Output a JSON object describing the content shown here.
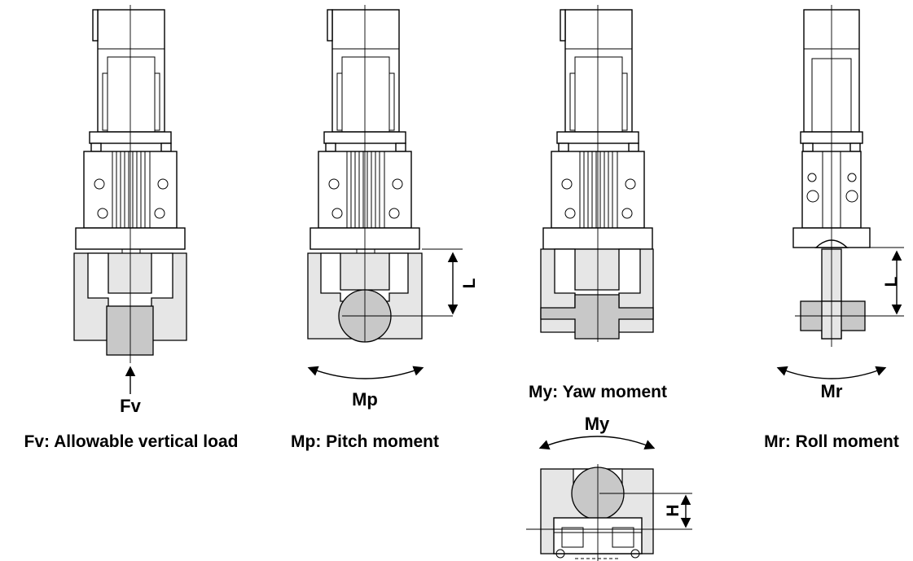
{
  "views": {
    "fv": {
      "symbol": "Fv",
      "caption": "Fv: Allowable vertical load"
    },
    "mp": {
      "symbol": "Mp",
      "caption": "Mp: Pitch moment",
      "dim": "L"
    },
    "my": {
      "caption": "My: Yaw moment"
    },
    "mr": {
      "symbol": "Mr",
      "caption": "Mr: Roll moment",
      "dim": "L"
    },
    "my_bottom": {
      "symbol": "My",
      "dim": "H"
    }
  }
}
